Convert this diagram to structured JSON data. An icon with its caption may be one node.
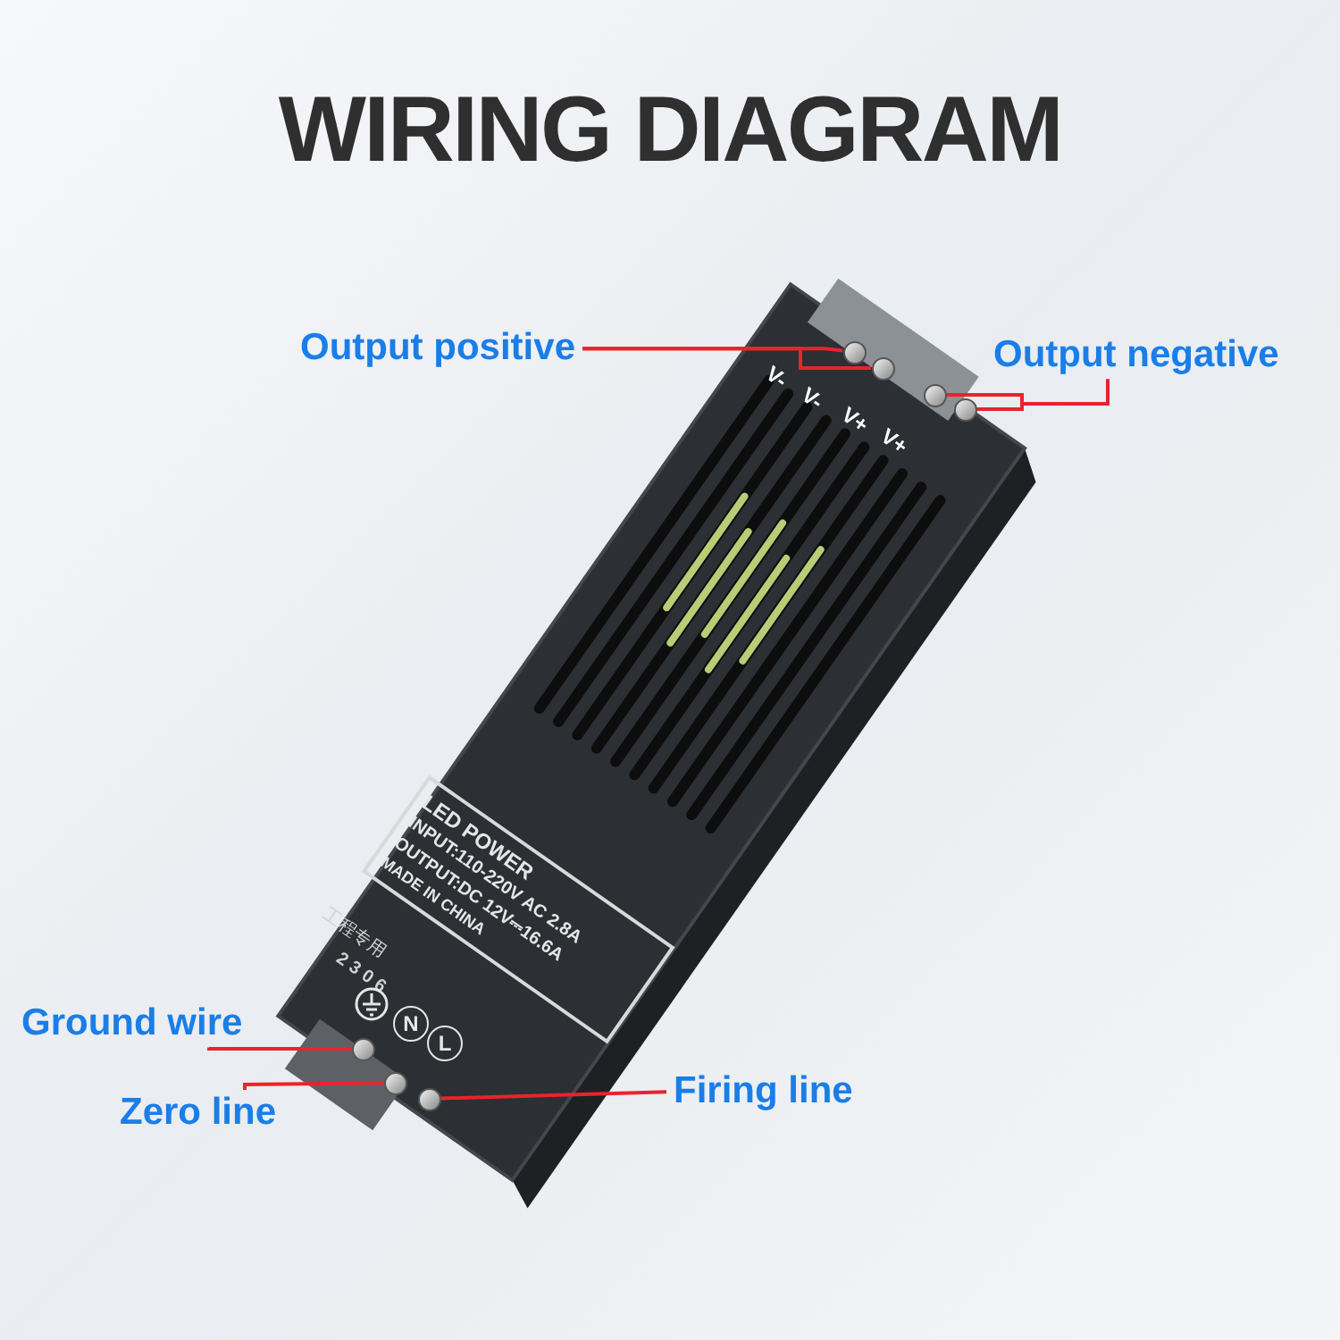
{
  "diagram": {
    "title": "WIRING DIAGRAM",
    "nodes": [
      {
        "text": [
          "Output positive"
        ]
      },
      {
        "text": [
          "Output negative"
        ]
      },
      {
        "text": [
          "Ground wire"
        ]
      },
      {
        "text": [
          "Zero line"
        ]
      },
      {
        "text": [
          "Firing line"
        ]
      },
      {
        "text": [],
        "shape": "circle"
      },
      {
        "text": [],
        "shape": "circle"
      },
      {
        "text": [],
        "shape": "circle"
      },
      {
        "text": [],
        "shape": "circle"
      },
      {
        "text": [],
        "shape": "circle"
      },
      {
        "text": [],
        "shape": "circle"
      },
      {
        "text": [],
        "shape": "circle"
      }
    ],
    "edges": [
      {
        "from": 0,
        "to": 5,
        "arrow": "none",
        "color": "#e8242c"
      },
      {
        "from": 0,
        "to": 6,
        "arrow": "none",
        "color": "#e8242c"
      },
      {
        "from": 1,
        "to": 7,
        "arrow": "none",
        "color": "#e8242c"
      },
      {
        "from": 1,
        "to": 8,
        "arrow": "none",
        "color": "#e8242c"
      },
      {
        "from": 2,
        "to": 9,
        "arrow": "none",
        "color": "#e8242c"
      },
      {
        "from": 3,
        "to": 10,
        "arrow": "none",
        "color": "#e8242c"
      },
      {
        "from": 4,
        "to": 11,
        "arrow": "none",
        "color": "#e8242c"
      }
    ],
    "labels": [
      "V-",
      "V-",
      "V+",
      "V+",
      "LED POWER",
      "INPUT:110-220V AC 2.8A",
      "OUTPUT:DC 12V⎓16.6A",
      "工程专用",
      "2306",
      "MADE IN CHINA",
      "N",
      "L"
    ]
  }
}
